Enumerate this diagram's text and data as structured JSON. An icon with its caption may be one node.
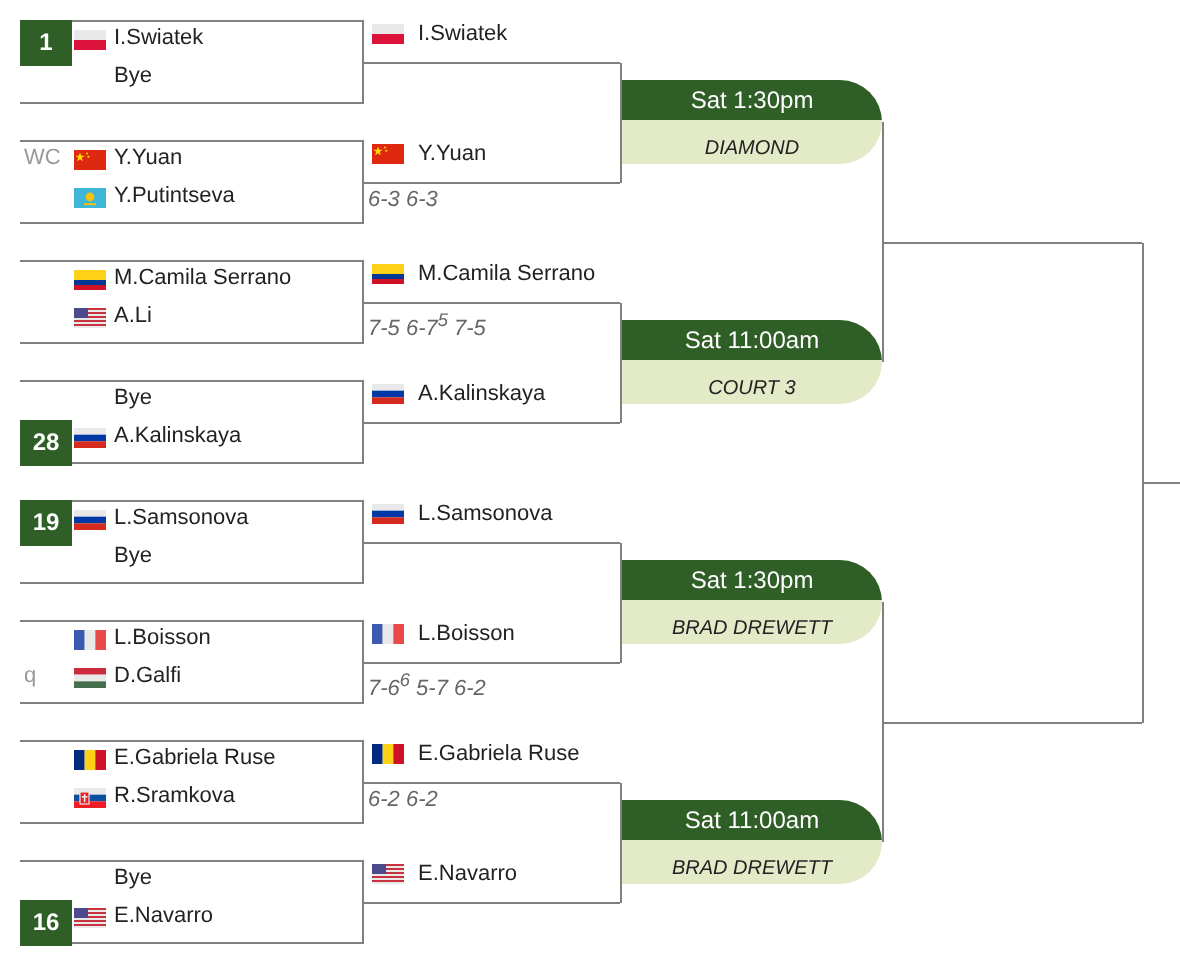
{
  "diagram": {
    "nodes": [
      {
        "text": [
          "I.Swiatek",
          "Bye"
        ]
      },
      {
        "text": [
          "1"
        ],
        "in": 0
      },
      {
        "text": [
          "WC",
          "Y.Yuan",
          "Y.Putintseva"
        ]
      },
      {
        "text": [
          "M.Camila Serrano",
          "A.Li"
        ]
      },
      {
        "text": [
          "Bye",
          "A.Kalinskaya"
        ]
      },
      {
        "text": [
          "28"
        ],
        "in": 4
      },
      {
        "text": [
          "L.Samsonova",
          "Bye"
        ]
      },
      {
        "text": [
          "19"
        ],
        "in": 6
      },
      {
        "text": [
          "L.Boisson",
          "q",
          "D.Galfi"
        ]
      },
      {
        "text": [
          "E.Gabriela Ruse",
          "R.Sramkova"
        ]
      },
      {
        "text": [
          "Bye",
          "E.Navarro"
        ]
      },
      {
        "text": [
          "16"
        ],
        "in": 10
      },
      {
        "text": [
          "I.Swiatek"
        ]
      },
      {
        "text": [
          "Y.Yuan"
        ],
        "beside": [
          "6-3 6-3"
        ]
      },
      {
        "text": [
          "M.Camila Serrano"
        ],
        "beside": [
          "7-5 6-7$^{5}$ 7-5"
        ]
      },
      {
        "text": [
          "A.Kalinskaya"
        ]
      },
      {
        "text": [
          "L.Samsonova"
        ]
      },
      {
        "text": [
          "L.Boisson"
        ],
        "beside": [
          "7-6$^{6}$ 5-7 6-2"
        ]
      },
      {
        "text": [
          "E.Gabriela Ruse"
        ],
        "beside": [
          "6-2 6-2"
        ]
      },
      {
        "text": [
          "E.Navarro"
        ]
      },
      {
        "text": [
          "Sat 1:30pm",
          "DIAMOND"
        ]
      },
      {
        "text": [
          "Sat 11:00am",
          "COURT 3"
        ]
      },
      {
        "text": [
          "Sat 1:30pm",
          "BRAD DREWETT"
        ]
      },
      {
        "text": [
          "Sat 11:00am",
          "BRAD DREWETT"
        ]
      },
      {
        "text": [],
        "shape": "line"
      },
      {
        "text": [],
        "shape": "line"
      },
      {
        "text": [],
        "shape": "line"
      }
    ],
    "edges": [
      {
        "from": 12,
        "to": 20,
        "arrow": "none"
      },
      {
        "from": 13,
        "to": 20,
        "arrow": "none"
      },
      {
        "from": 14,
        "to": 21,
        "arrow": "none"
      },
      {
        "from": 15,
        "to": 21,
        "arrow": "none"
      },
      {
        "from": 16,
        "to": 22,
        "arrow": "none"
      },
      {
        "from": 17,
        "to": 22,
        "arrow": "none"
      },
      {
        "from": 18,
        "to": 23,
        "arrow": "none"
      },
      {
        "from": 19,
        "to": 23,
        "arrow": "none"
      },
      {
        "from": 20,
        "to": 24,
        "arrow": "none"
      },
      {
        "from": 21,
        "to": 24,
        "arrow": "none"
      },
      {
        "from": 22,
        "to": 25,
        "arrow": "none"
      },
      {
        "from": 23,
        "to": 25,
        "arrow": "none"
      },
      {
        "from": 24,
        "to": 26,
        "arrow": "none"
      },
      {
        "from": 25,
        "to": 26,
        "arrow": "none"
      }
    ]
  }
}
